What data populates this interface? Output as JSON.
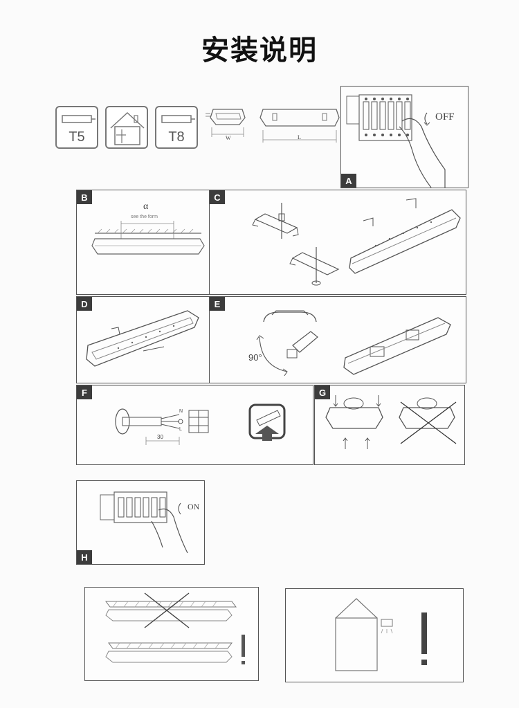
{
  "title": "安装说明",
  "icons": {
    "t5": "T5",
    "t8": "T8",
    "width": "W",
    "length": "L"
  },
  "steps": {
    "A": {
      "tag": "A",
      "label": "OFF"
    },
    "B": {
      "tag": "B",
      "alpha": "α",
      "note": "see the form"
    },
    "C": {
      "tag": "C"
    },
    "D": {
      "tag": "D"
    },
    "E": {
      "tag": "E",
      "angle": "90°"
    },
    "F": {
      "tag": "F",
      "n": "N",
      "l": "L",
      "length": "30"
    },
    "G": {
      "tag": "G"
    },
    "H": {
      "tag": "H",
      "label": "ON"
    }
  }
}
